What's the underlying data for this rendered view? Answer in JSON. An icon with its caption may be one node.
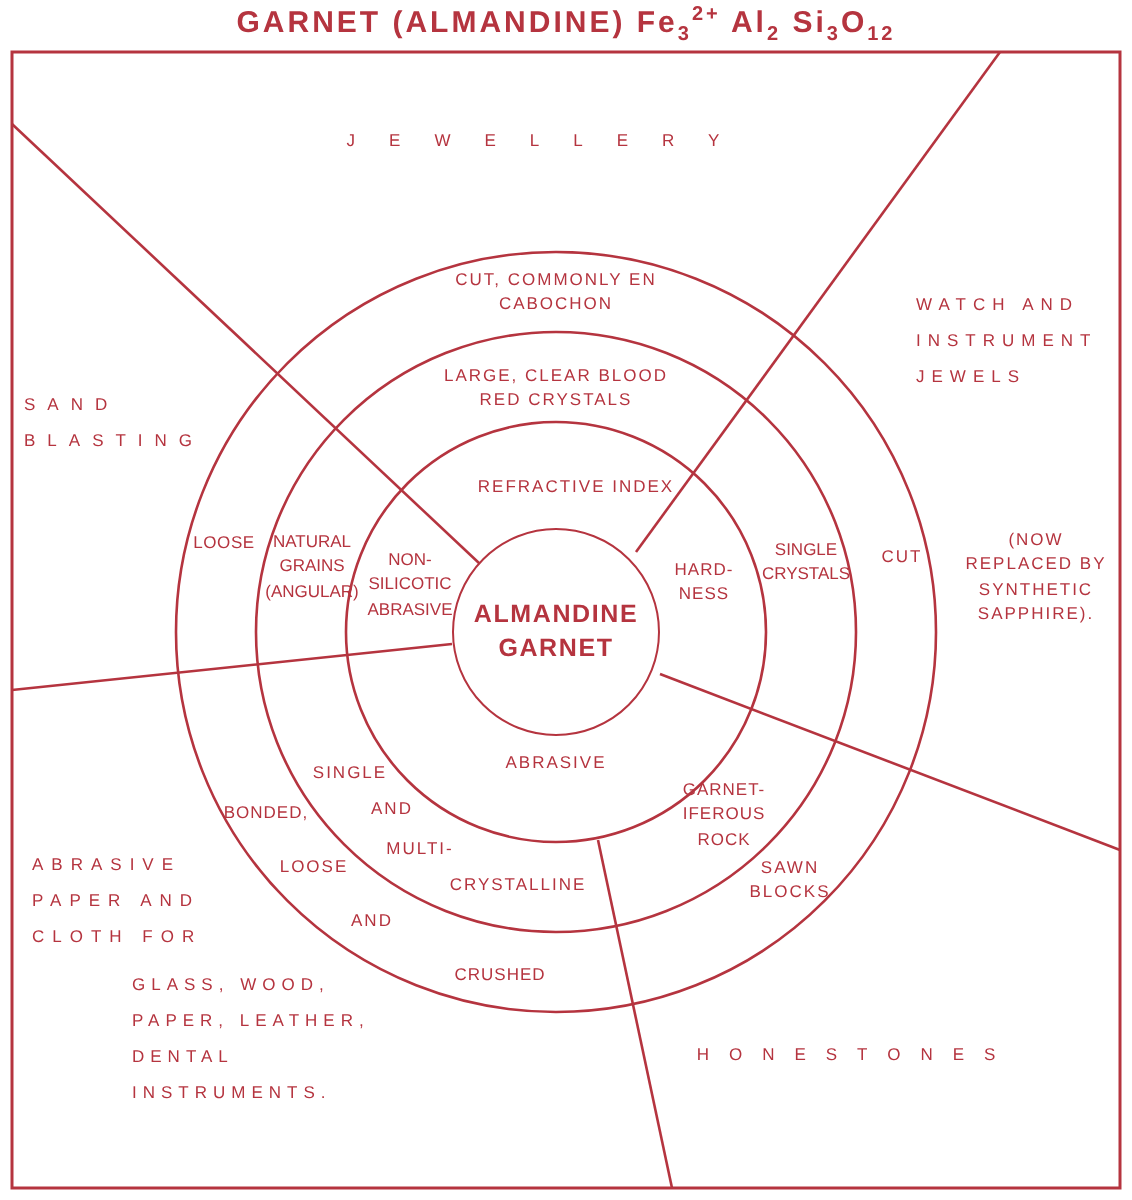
{
  "diagram": {
    "title": "GARNET (ALMANDINE) Fe$_{3}$$^{2+}$ Al$_{2}$ Si$_{3}$O$_{12}$",
    "nodes": [
      {
        "text": [
          "ALMANDINE GARNET"
        ]
      }
    ],
    "labels": [
      "JEWELLERY",
      "CUT, COMMONLY EN CABOCHON",
      "LARGE, CLEAR BLOOD RED CRYSTALS",
      "WATCH AND INSTRUMENT JEWELS",
      "SAND BLASTING",
      "REFRACTIVE INDEX",
      "(NOW REPLACED BY SYNTHETIC SAPPHIRE).",
      "LOOSE",
      "NATURAL GRAINS (ANGULAR)",
      "NON- SILICOTIC ABRASIVE",
      "HARD- NESS",
      "SINGLE CRYSTALS",
      "CUT",
      "ABRASIVE",
      "SINGLE",
      "GARNET- IFEROUS ROCK",
      "BONDED,",
      "AND",
      "LOOSE",
      "MULTI-",
      "SAWN BLOCKS",
      "ABRASIVE PAPER AND CLOTH FOR",
      "CRYSTALLINE",
      "AND",
      "GLASS, WOOD, PAPER, LEATHER, DENTAL INSTRUMENTS.",
      "CRUSHED",
      "HONESTONES"
    ]
  }
}
